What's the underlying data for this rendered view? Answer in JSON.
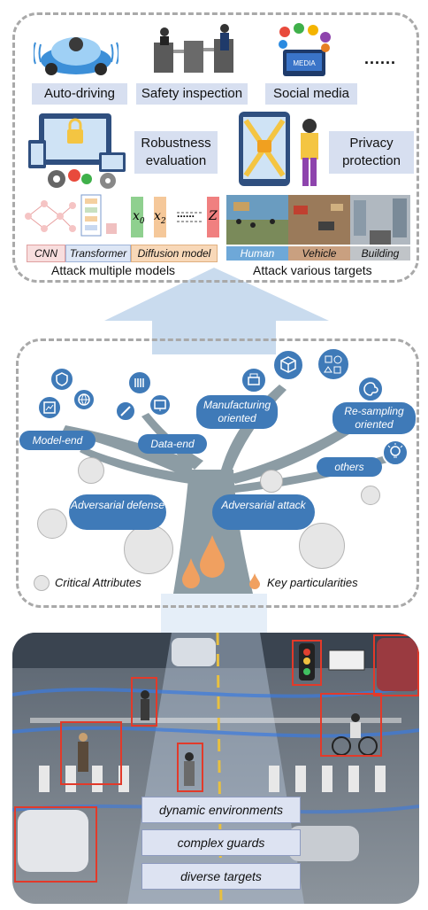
{
  "top_panel": {
    "applications": [
      {
        "label": "Auto-driving",
        "icon": "car-icon"
      },
      {
        "label": "Safety inspection",
        "icon": "security-gate-icon"
      },
      {
        "label": "Social media",
        "icon": "social-media-icon"
      },
      {
        "label": "......",
        "icon": "ellipsis"
      }
    ],
    "robustness_label": "Robustness evaluation",
    "privacy_label": "Privacy protection",
    "models": [
      "CNN",
      "Transformer",
      "Diffusion model"
    ],
    "diffusion_symbols": {
      "x0": "x",
      "x0_sub": "0",
      "x2": "x",
      "x2_sub": "2",
      "dots": "......",
      "z": "Z"
    },
    "targets": [
      "Human",
      "Vehicle",
      "Building"
    ],
    "caption_models": "Attack multiple models",
    "caption_targets": "Attack various targets"
  },
  "middle_panel": {
    "branches": {
      "model_end": "Model-end",
      "data_end": "Data-end",
      "manufacturing": "Manufacturing oriented",
      "resampling": "Re-sampling oriented",
      "others": "others",
      "defense": "Adversarial defense",
      "attack": "Adversarial attack"
    },
    "legend": {
      "critical": "Critical Attributes",
      "key": "Key particularities"
    },
    "colors": {
      "bubble": "#3f7ab8",
      "trunk": "#8a9aa0",
      "drop": "#f0a060"
    }
  },
  "bottom_panel": {
    "labels": [
      "dynamic environments",
      "complex guards",
      "diverse targets"
    ]
  }
}
